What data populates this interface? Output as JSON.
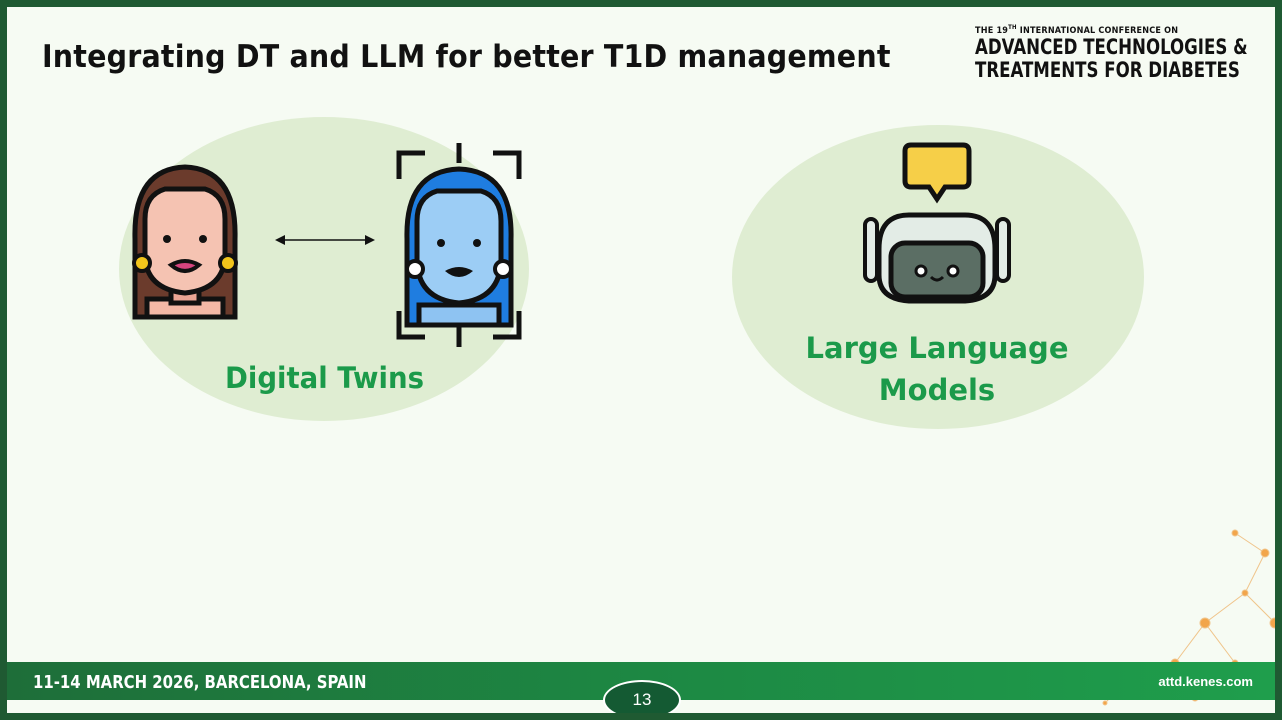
{
  "slide": {
    "title": "Integrating DT and LLM for better T1D management",
    "conference": {
      "superline": "THE 19TH INTERNATIONAL CONFERENCE ON",
      "line1": "ADVANCED TECHNOLOGIES &",
      "line2": "TREATMENTS FOR DIABETES"
    },
    "concepts": [
      {
        "label": "Digital Twins",
        "icons": [
          "woman-avatar-icon",
          "bidirectional-arrow-icon",
          "digital-twin-avatar-icon"
        ]
      },
      {
        "label_line1": "Large Language",
        "label_line2": "Models",
        "icons": [
          "robot-chat-icon"
        ]
      }
    ],
    "footer": {
      "date_location": "11-14 MARCH 2026, BARCELONA, SPAIN",
      "page_number": "13",
      "url": "attd.kenes.com"
    },
    "colors": {
      "accent_green": "#1b9a4a",
      "footer_green": "#1d8a44",
      "ellipse_fill": "#dfedd2",
      "dark_border": "#1f5a32"
    }
  }
}
